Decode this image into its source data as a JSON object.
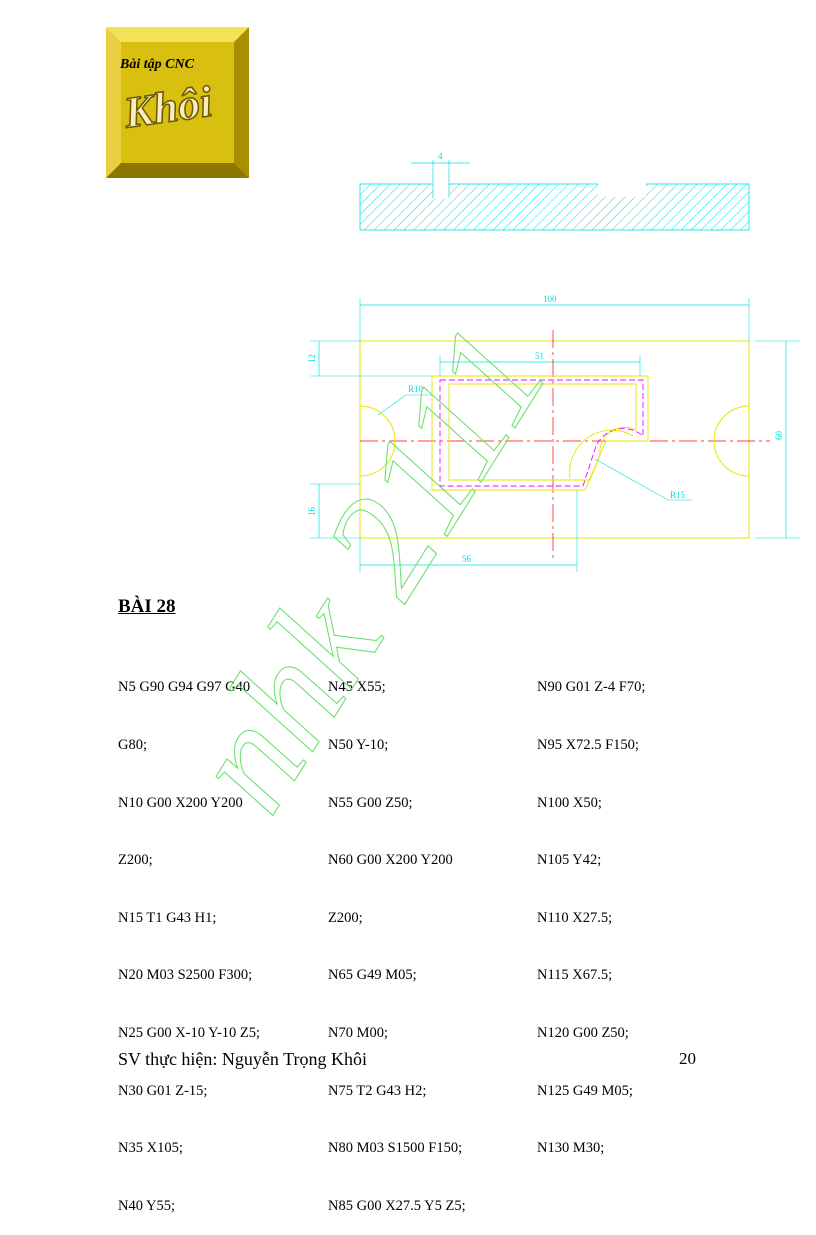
{
  "logo": {
    "caption": "Bài tập CNC",
    "signature": "Khôi"
  },
  "drawing": {
    "dims": {
      "groove_width": "4",
      "overall_length": "100",
      "pocket_length": "51",
      "corner_radius": "R10",
      "top_offset": "12",
      "overall_height": "60",
      "bottom_offset": "16",
      "bottom_length": "56",
      "arc_radius": "R15"
    }
  },
  "heading": "BÀI 28",
  "program": {
    "col1": [
      "N5 G90 G94 G97 G40",
      "G80;",
      "N10 G00 X200 Y200",
      "Z200;",
      "N15 T1 G43 H1;",
      "N20 M03 S2500 F300;",
      "N25 G00 X-10 Y-10 Z5;",
      "N30 G01 Z-15;",
      "N35 X105;",
      "N40 Y55;"
    ],
    "col2": [
      "N45 X55;",
      "N50 Y-10;",
      "N55 G00 Z50;",
      "N60 G00 X200 Y200",
      "Z200;",
      "N65 G49 M05;",
      "N70 M00;",
      "N75 T2 G43 H2;",
      "N80 M03 S1500 F150;",
      "N85 G00 X27.5 Y5 Z5;"
    ],
    "col3": [
      "N90 G01 Z-4 F70;",
      "N95 X72.5 F150;",
      "N100 X50;",
      "N105 Y42;",
      "N110 X27.5;",
      "N115 X67.5;",
      "N120 G00 Z50;",
      "N125 G49 M05;",
      "N130 M30;"
    ]
  },
  "watermark": "nhk 2111",
  "footer": {
    "author": "SV thực hiện: Nguyễn Trọng Khôi",
    "page": "20"
  },
  "colors": {
    "cyan": "#00e0e0",
    "yellow": "#e6e600",
    "red": "#ff0000",
    "magenta": "#ff00ff",
    "logo_gold": "#d4b800"
  }
}
